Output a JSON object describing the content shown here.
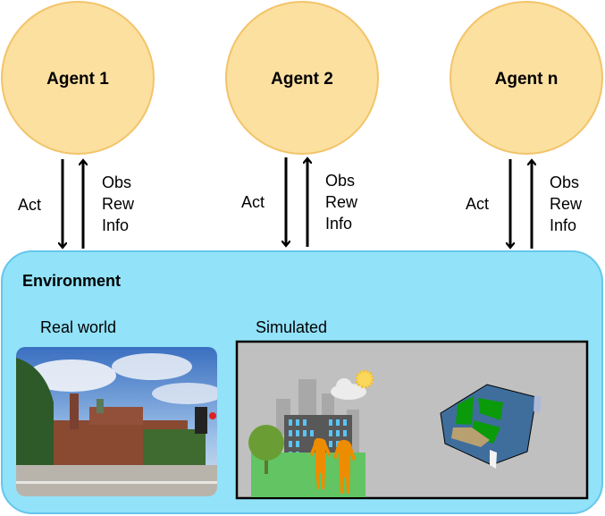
{
  "agents": [
    {
      "label": "Agent 1"
    },
    {
      "label": "Agent 2"
    },
    {
      "label": "Agent n"
    }
  ],
  "arrows": {
    "act": "Act",
    "obs": "Obs",
    "rew": "Rew",
    "info": "Info"
  },
  "environment": {
    "title": "Environment",
    "real_world_label": "Real world",
    "simulated_label": "Simulated"
  },
  "colors": {
    "agent_fill": "#FCE0A0",
    "agent_stroke": "#F2C46A",
    "environment_fill": "#92E2F9",
    "environment_stroke": "#66C6EC",
    "sim_background": "#C0C0C0"
  }
}
